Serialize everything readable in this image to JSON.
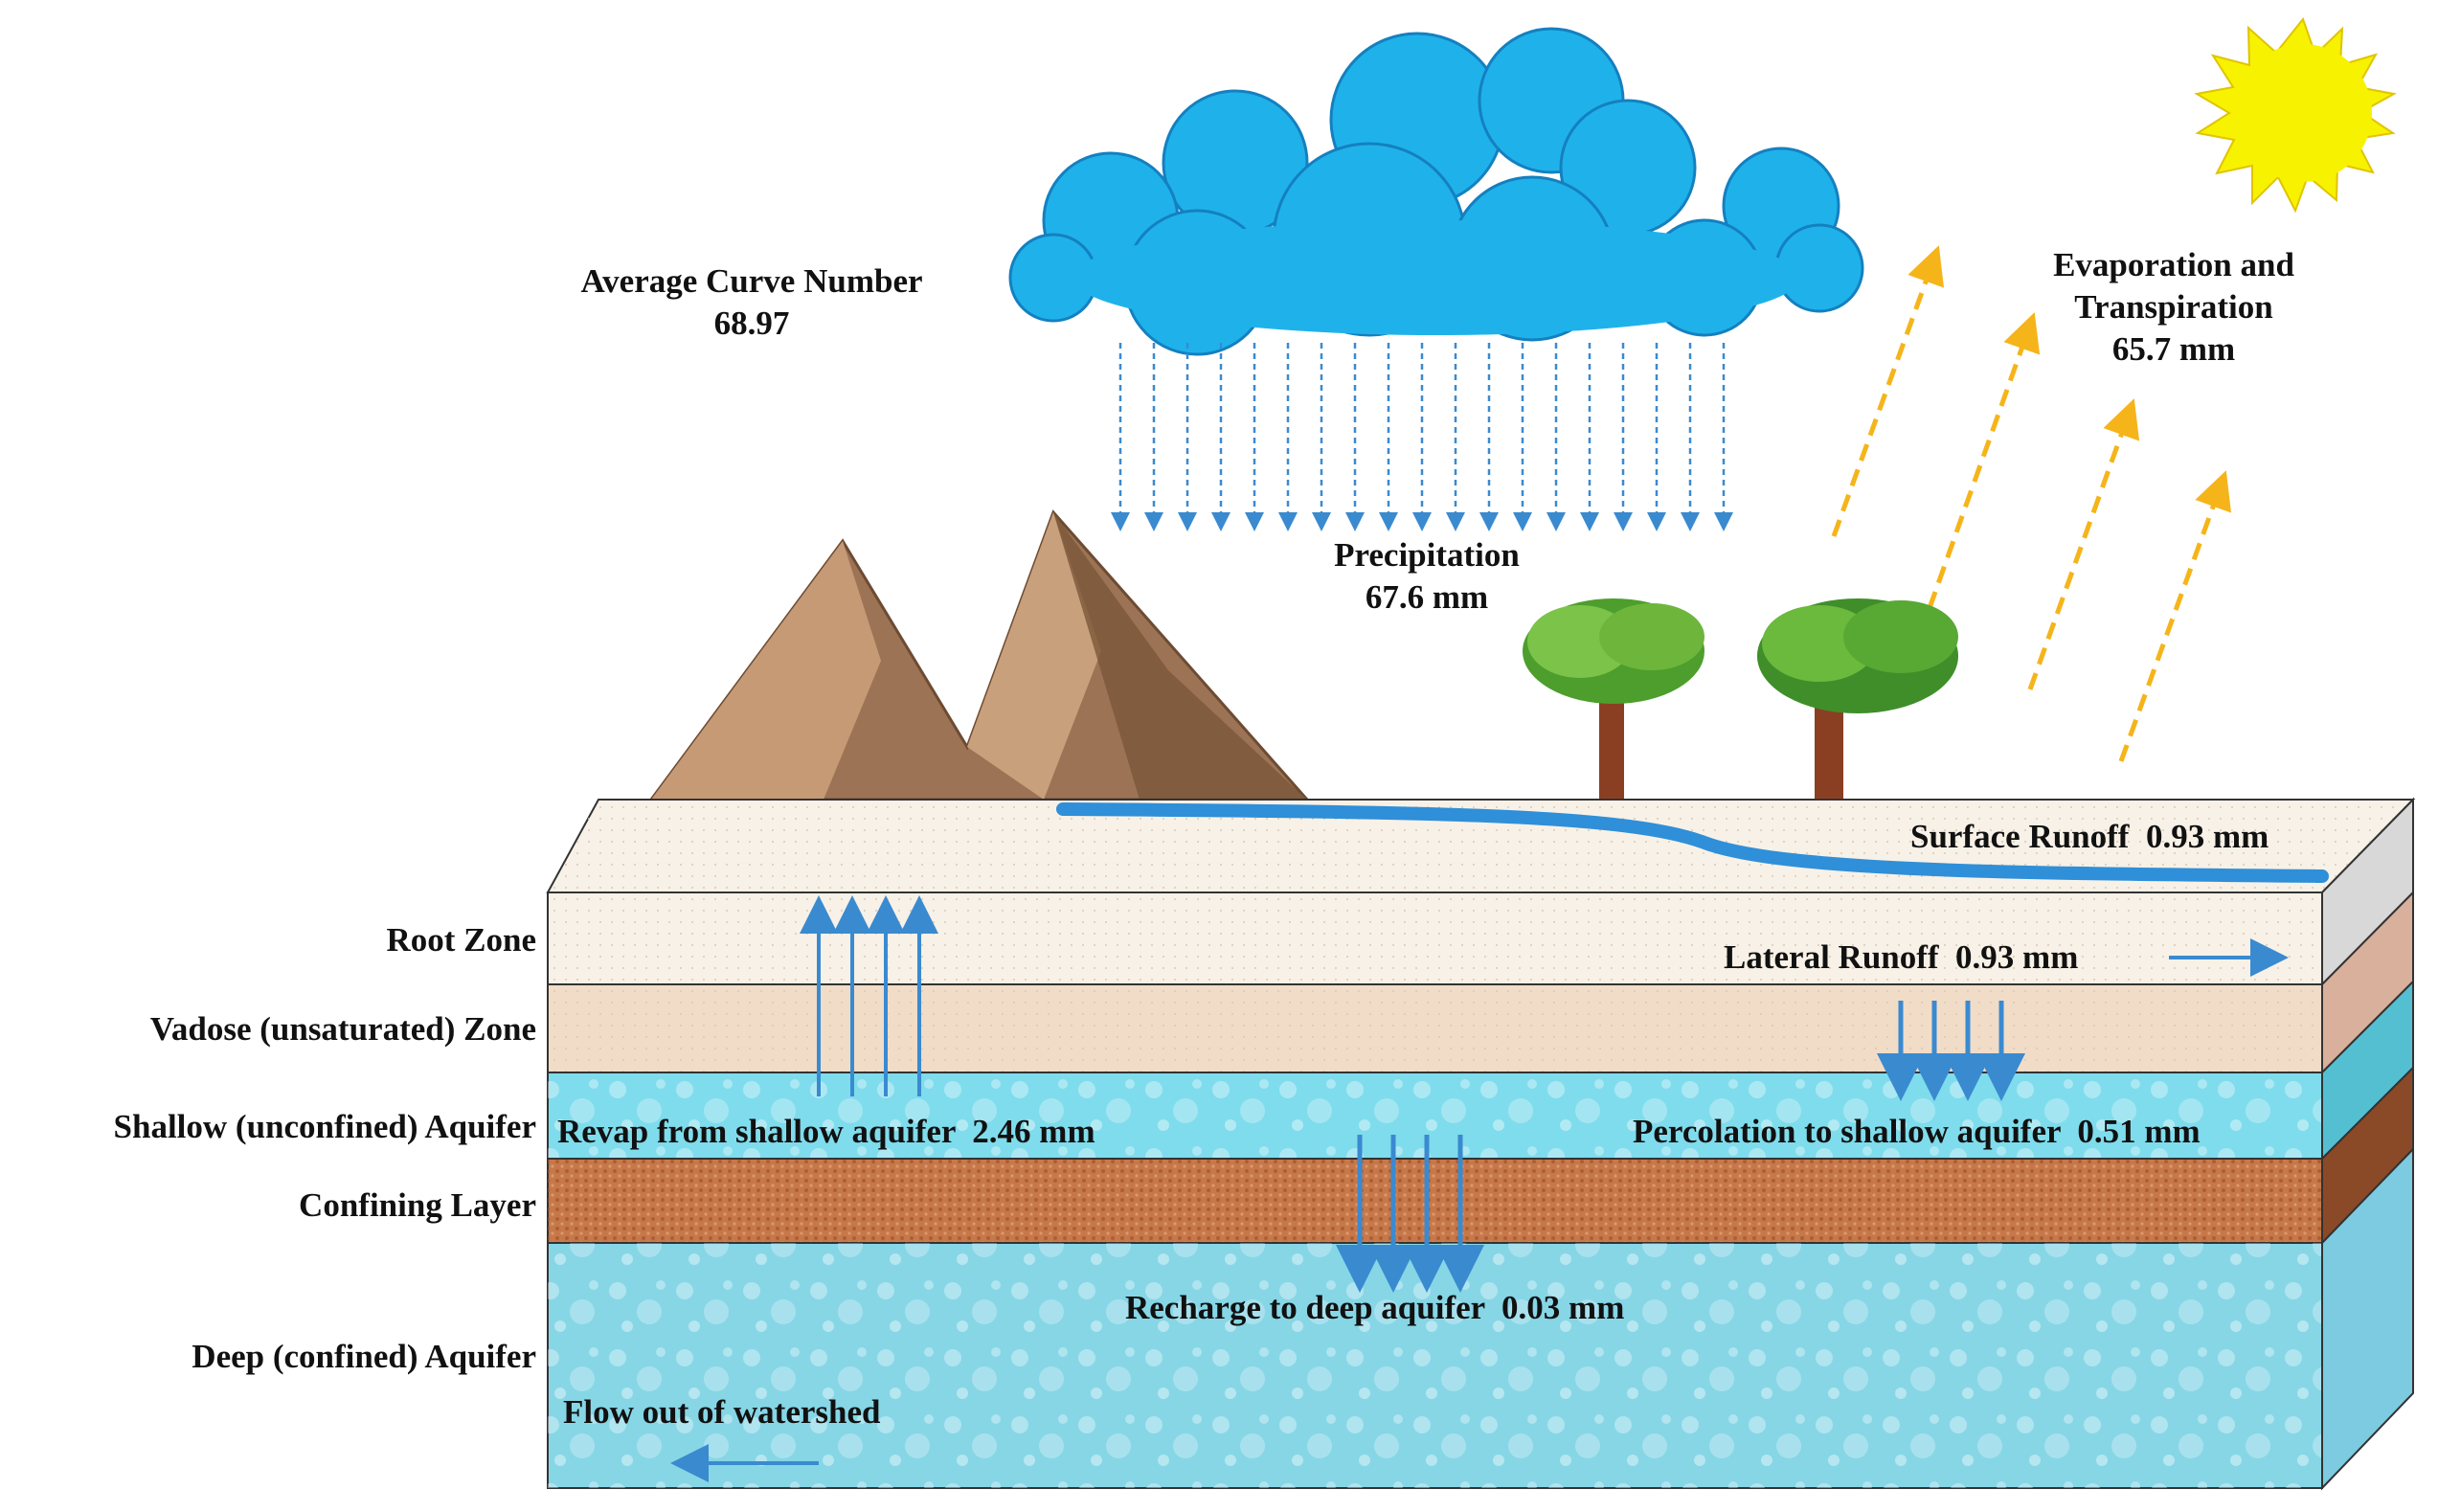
{
  "labels": {
    "curve_number_title": "Average Curve Number",
    "curve_number_value": "68.97",
    "precipitation_title": "Precipitation",
    "precipitation_value": "67.6 mm",
    "et_line1": "Evaporation and",
    "et_line2": "Transpiration",
    "et_value": "65.7 mm",
    "surface_runoff": "Surface Runoff  0.93 mm",
    "lateral_runoff": "Lateral Runoff  0.93 mm",
    "revap": "Revap from shallow aquifer  2.46 mm",
    "percolation": "Percolation to shallow aquifer  0.51 mm",
    "recharge": "Recharge to deep aquifer  0.03 mm",
    "flow_out": "Flow out of watershed"
  },
  "layers": [
    {
      "name": "Root Zone",
      "color": "#f8f1e7"
    },
    {
      "name": "Vadose (unsaturated) Zone",
      "color": "#f1dcc8"
    },
    {
      "name": "Shallow (unconfined) Aquifer",
      "color": "#7fdcec"
    },
    {
      "name": "Confining Layer",
      "color": "#c7784a"
    },
    {
      "name": "Deep (confined) Aquifer",
      "color": "#86d6e6"
    }
  ],
  "icons": [
    "sun-icon",
    "cloud-icon",
    "mountain-icon",
    "tree-icon",
    "rain-arrow-icon",
    "et-arrow-icon"
  ],
  "colors": {
    "water": "#2f8fd8",
    "cloud": "#1fb2ea",
    "sun": "#f7f200",
    "et_arrow": "#f5b41a",
    "flow_arrow": "#3a8ad0"
  }
}
